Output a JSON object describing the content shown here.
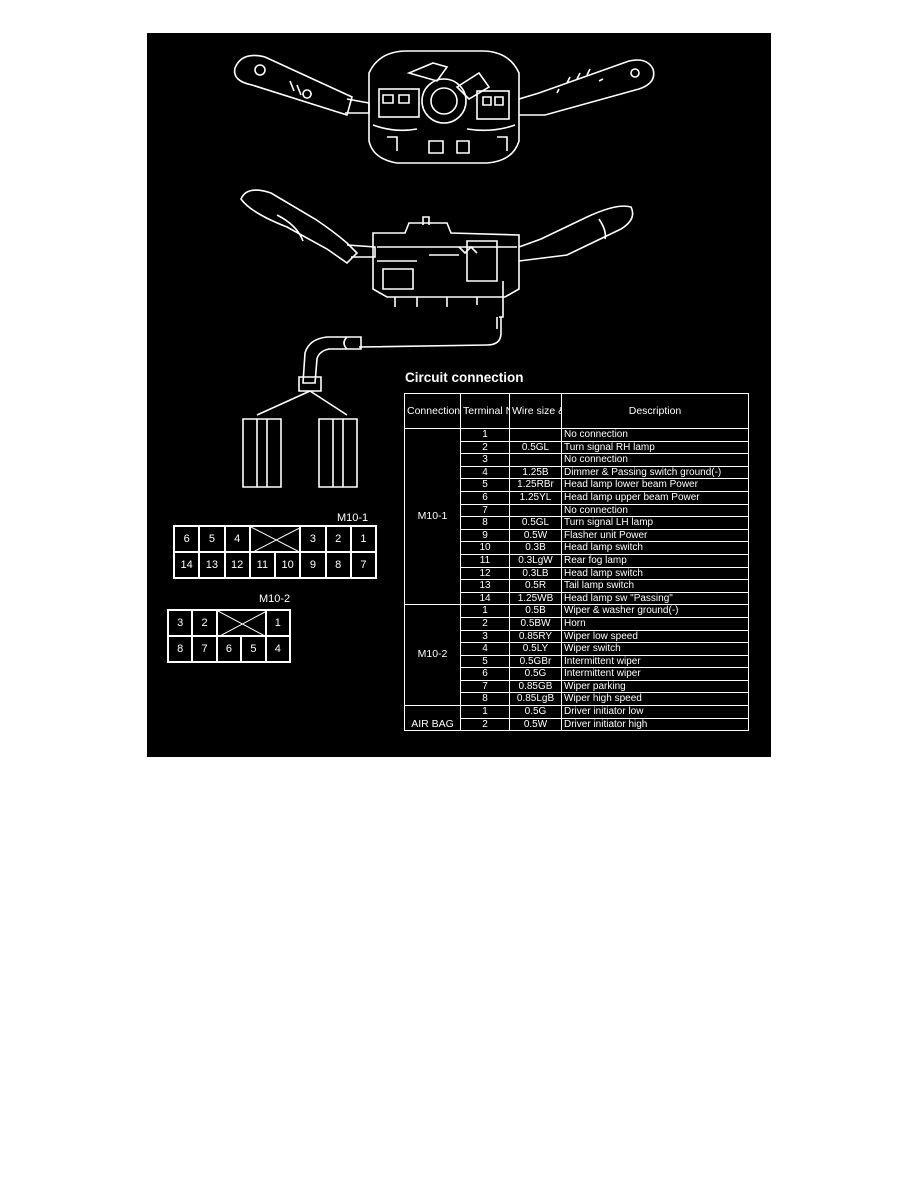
{
  "title": "Circuit connection",
  "table": {
    "headers": [
      "Connection No.",
      "Terminal No.",
      "Wire size & color",
      "Description"
    ],
    "groups": [
      {
        "connection": "M10-1",
        "rows": [
          {
            "terminal": "1",
            "wire": "",
            "desc": "No connection"
          },
          {
            "terminal": "2",
            "wire": "0.5GL",
            "desc": "Turn signal RH lamp"
          },
          {
            "terminal": "3",
            "wire": "",
            "desc": "No connection"
          },
          {
            "terminal": "4",
            "wire": "1.25B",
            "desc": "Dimmer & Passing switch ground(-)"
          },
          {
            "terminal": "5",
            "wire": "1.25RBr",
            "desc": "Head lamp lower beam Power"
          },
          {
            "terminal": "6",
            "wire": "1.25YL",
            "desc": "Head lamp upper beam Power"
          },
          {
            "terminal": "7",
            "wire": "",
            "desc": "No connection"
          },
          {
            "terminal": "8",
            "wire": "0.5GL",
            "desc": "Turn signal LH lamp"
          },
          {
            "terminal": "9",
            "wire": "0.5W",
            "desc": "Flasher unit Power"
          },
          {
            "terminal": "10",
            "wire": "0.3B",
            "desc": "Head lamp switch"
          },
          {
            "terminal": "11",
            "wire": "0.3LgW",
            "desc": "Rear fog lamp"
          },
          {
            "terminal": "12",
            "wire": "0.3LB",
            "desc": "Head lamp switch"
          },
          {
            "terminal": "13",
            "wire": "0.5R",
            "desc": "Tail lamp switch"
          },
          {
            "terminal": "14",
            "wire": "1.25WB",
            "desc": "Head lamp sw \"Passing\""
          }
        ]
      },
      {
        "connection": "M10-2",
        "rows": [
          {
            "terminal": "1",
            "wire": "0.5B",
            "desc": "Wiper & washer ground(-)"
          },
          {
            "terminal": "2",
            "wire": "0.5BW",
            "desc": "Horn"
          },
          {
            "terminal": "3",
            "wire": "0.85RY",
            "desc": "Wiper low speed"
          },
          {
            "terminal": "4",
            "wire": "0.5LY",
            "desc": "Wiper switch"
          },
          {
            "terminal": "5",
            "wire": "0.5GBr",
            "desc": "Intermittent wiper"
          },
          {
            "terminal": "6",
            "wire": "0.5G",
            "desc": "Intermittent wiper"
          },
          {
            "terminal": "7",
            "wire": "0.85GB",
            "desc": "Wiper parking"
          },
          {
            "terminal": "8",
            "wire": "0.85LgB",
            "desc": "Wiper high speed"
          }
        ]
      },
      {
        "connection": "AIR BAG",
        "rows": [
          {
            "terminal": "1",
            "wire": "0.5G",
            "desc": "Driver initiator low"
          },
          {
            "terminal": "2",
            "wire": "0.5W",
            "desc": "Driver initiator high"
          }
        ]
      }
    ]
  },
  "connectors": {
    "m10_1": {
      "label": "M10-1",
      "top_row": [
        "6",
        "5",
        "4",
        "",
        "3",
        "2",
        "1"
      ],
      "bottom_row": [
        "14",
        "13",
        "12",
        "11",
        "10",
        "9",
        "8",
        "7"
      ]
    },
    "m10_2": {
      "label": "M10-2",
      "top_row": [
        "3",
        "2",
        "",
        "1"
      ],
      "bottom_row": [
        "8",
        "7",
        "6",
        "5",
        "4"
      ]
    }
  },
  "colors": {
    "background": "#000000",
    "lines": "#ffffff",
    "page": "#ffffff"
  }
}
